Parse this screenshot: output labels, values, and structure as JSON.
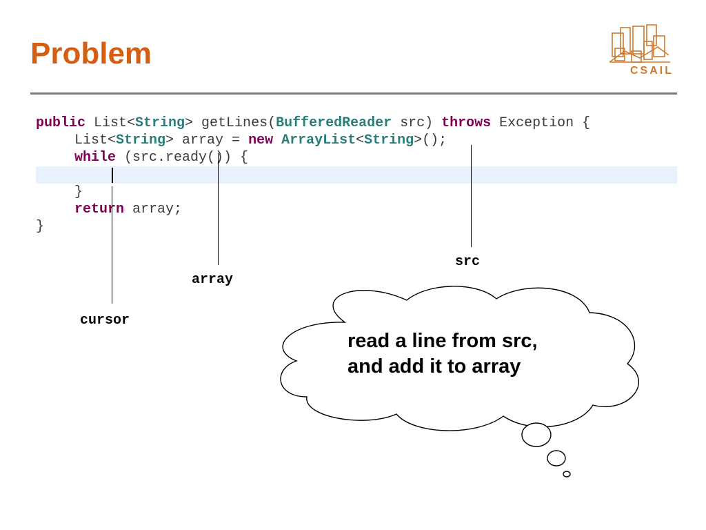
{
  "slide": {
    "title": "Problem"
  },
  "logo": {
    "text": "CSAIL",
    "icon": "csail-building-logo",
    "color": "#ce7a2e"
  },
  "colors": {
    "title": "#d45f12",
    "keyword": "#7f0055",
    "type": "#2a7e7a",
    "current_line": "#e8f2fe",
    "rule": "#7a7a7a"
  },
  "code": {
    "line1": {
      "kw_public": "public",
      "list": " List<",
      "string": "String",
      "get_lines": "> getLines(",
      "buffered_reader": "BufferedReader",
      "src": " src) ",
      "kw_throws": "throws",
      "exception": " Exception {"
    },
    "line2": {
      "list": "List<",
      "string": "String",
      "array_eq": "> array = ",
      "kw_new": "new",
      "sp": " ",
      "array_list": "ArrayList",
      "lt": "<",
      "string2": "String",
      "tail": ">();"
    },
    "line3": {
      "kw_while": "while",
      "tail": " (src.ready()) {"
    },
    "line5": {
      "brace": "}"
    },
    "line6": {
      "kw_return": "return",
      "tail": " array;"
    },
    "line7": {
      "brace": "}"
    }
  },
  "annotations": {
    "src": "src",
    "array": "array",
    "cursor": "cursor"
  },
  "cloud": {
    "line1": "read a line from src,",
    "line2": "and add it to array"
  }
}
